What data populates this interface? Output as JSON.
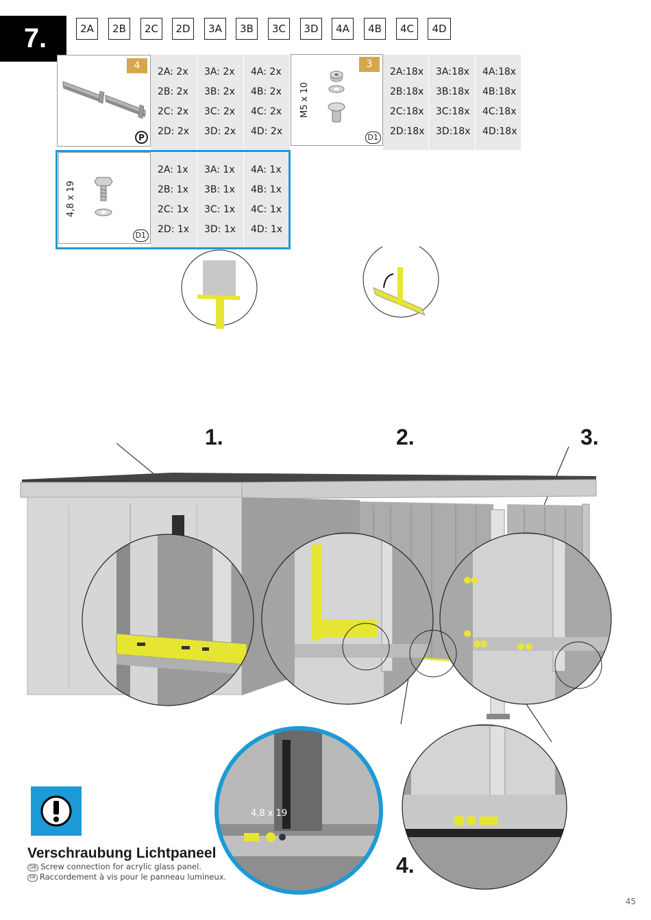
{
  "step": {
    "number": "7."
  },
  "variants": [
    "2A",
    "2B",
    "2C",
    "2D",
    "3A",
    "3B",
    "3C",
    "3D",
    "4A",
    "4B",
    "4C",
    "4D"
  ],
  "parts": [
    {
      "id": "P",
      "package": "4",
      "marker": "P",
      "size_label": "",
      "quantities": [
        [
          "2A:  2x",
          "2B:  2x",
          "2C:  2x",
          "2D:  2x"
        ],
        [
          "3A:  2x",
          "3B:  2x",
          "3C:  2x",
          "3D:  2x"
        ],
        [
          "4A:  2x",
          "4B:  2x",
          "4C:  2x",
          "4D:  2x"
        ]
      ]
    },
    {
      "id": "D1-m5",
      "package": "3",
      "marker": "D1",
      "size_label": "M5 x 10",
      "quantities": [
        [
          "2A:18x",
          "2B:18x",
          "2C:18x",
          "2D:18x"
        ],
        [
          "3A:18x",
          "3B:18x",
          "3C:18x",
          "3D:18x"
        ],
        [
          "4A:18x",
          "4B:18x",
          "4C:18x",
          "4D:18x"
        ]
      ]
    },
    {
      "id": "D1-48",
      "package": "",
      "marker": "D1",
      "size_label": "4,8 x 19",
      "quantities": [
        [
          "2A:  1x",
          "2B:  1x",
          "2C:  1x",
          "2D:  1x"
        ],
        [
          "3A:  1x",
          "3B:  1x",
          "3C:  1x",
          "3D:  1x"
        ],
        [
          "4A:  1x",
          "4B:  1x",
          "4C:  1x",
          "4D:  1x"
        ]
      ]
    }
  ],
  "details": {
    "labels": [
      "1.",
      "2.",
      "3.",
      "4."
    ],
    "screw_label": "4,8 x 19"
  },
  "note": {
    "title": "Verschraubung Lichtpaneel",
    "lines": [
      {
        "lang": "GB",
        "text": "Screw connection for acrylic glass panel."
      },
      {
        "lang": "FR",
        "text": "Raccordement à vis pour le panneau lumineux."
      }
    ]
  },
  "colors": {
    "highlight": "#e6e632",
    "accent_blue": "#1c9ad6",
    "package": "#d8a64a"
  },
  "page_number": "45"
}
